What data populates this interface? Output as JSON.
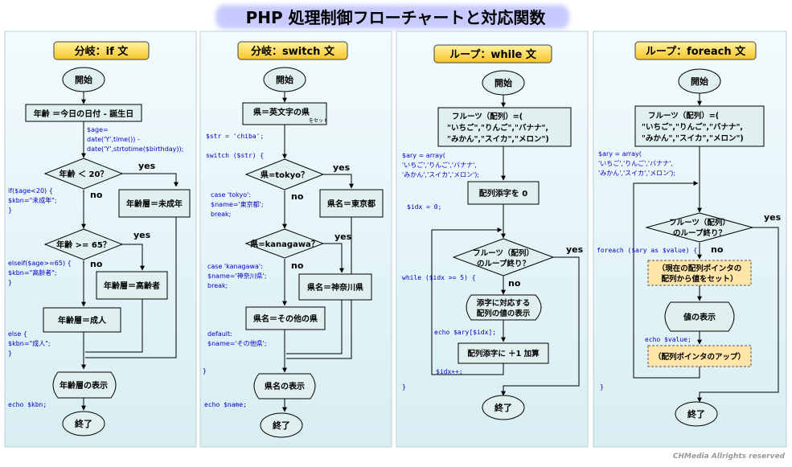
{
  "title": "PHP 処理制御フローチャートと対応関数",
  "footer": "CHMedia Allrights reserved",
  "colors": {
    "node_fill": "#dff0ee",
    "node_stroke": "#000",
    "title_box": "#ffd84a",
    "code": "#0000cc",
    "dashed_fill": "#ffe6a8",
    "panel_bg": "#e7f4f8"
  },
  "panels": [
    {
      "header": "分岐：if 文",
      "start": "開始",
      "calc": "年齢 ＝今日の日付 - 誕生日",
      "code_age": [
        "$age=",
        "date('Y',time()) -",
        "date('Y',strtotime($birthday));"
      ],
      "cond1": "年齢 ＜ 20？",
      "yes1": "yes",
      "no1": "no",
      "res1": "年齢層＝未成年",
      "code_if1": [
        "if($age<20) {",
        "  $kbn=\"未成年\";",
        "}"
      ],
      "cond2": "年齢 >= 65？",
      "yes2": "yes",
      "no2": "no",
      "res2": "年齢層＝高齢者",
      "code_if2": [
        "elseif($age>=65) {",
        "  $kbn=\"高齢者\";",
        "}"
      ],
      "res3": "年齢層＝成人",
      "code_else": [
        "else {",
        "  $kbn=\"成人\";",
        "}"
      ],
      "display": "年齢層の表示",
      "code_echo": "echo $kbn;",
      "end": "終了"
    },
    {
      "header": "分岐：switch 文",
      "start": "開始",
      "calc": "県＝英文字の県",
      "calc_sub": "をセット",
      "code_str": "$str = 'chiba';",
      "code_switch": "switch ($str) {",
      "cond1": "県=tokyo？",
      "yes1": "yes",
      "no1": "no",
      "res1": "県名＝東京都",
      "code_case1": [
        "case 'tokyo':",
        "  $name='東京都';",
        "  break;"
      ],
      "cond2": "県=kanagawa？",
      "yes2": "yes",
      "no2": "no",
      "res2": "県名＝神奈川県",
      "code_case2": [
        "case 'kanagawa':",
        "  $name='神奈川県';",
        "  break;"
      ],
      "res3": "県名＝その他の県",
      "code_default": [
        "default:",
        "  $name='その他県';"
      ],
      "code_close": "}",
      "display": "県名の表示",
      "code_echo": "echo $name;",
      "end": "終了"
    },
    {
      "header": "ループ：while 文",
      "start": "開始",
      "fruits": [
        "フルーツ（配列）=(",
        "\"いちご\",\"りんご\",\"バナナ\",",
        "\"みかん\",\"スイカ\",\"メロン\")"
      ],
      "code_ary": [
        "$ary = array(",
        "'いちご','りんご','バナナ',",
        "'みかん','スイカ','メロン');"
      ],
      "init": "配列添字を 0",
      "code_idx": "$idx = 0;",
      "cond": [
        "フルーツ（配列）",
        "のループ終り？"
      ],
      "yes": "yes",
      "no": "no",
      "code_while": "while ($idx >= 5) {",
      "display": [
        "添字に対応する",
        "配列の値の表示"
      ],
      "code_echo": "echo $ary[$idx];",
      "incr": "配列添字に ＋1 加算",
      "code_incr": "$idx++;",
      "code_close": "}",
      "end": "終了"
    },
    {
      "header": "ループ：foreach 文",
      "start": "開始",
      "fruits": [
        "フルーツ（配列）=(",
        "\"いちご\",\"りんご\",\"バナナ\",",
        "\"みかん\",\"スイカ\",\"メロン\")"
      ],
      "code_ary": [
        "$ary = array(",
        "'いちご','りんご','バナナ',",
        "'みかん','スイカ','メロン');"
      ],
      "cond": [
        "フルーツ（配列）",
        "のループ終り？"
      ],
      "yes": "yes",
      "no": "no",
      "code_foreach": "foreach ($ary as $value) {",
      "set": [
        "（現在の配列ポインタの",
        "配列から値をセット）"
      ],
      "display": "値の表示",
      "code_echo": "echo $value;",
      "advance": "（配列ポインタのアップ）",
      "code_close": "}",
      "end": "終了"
    }
  ]
}
